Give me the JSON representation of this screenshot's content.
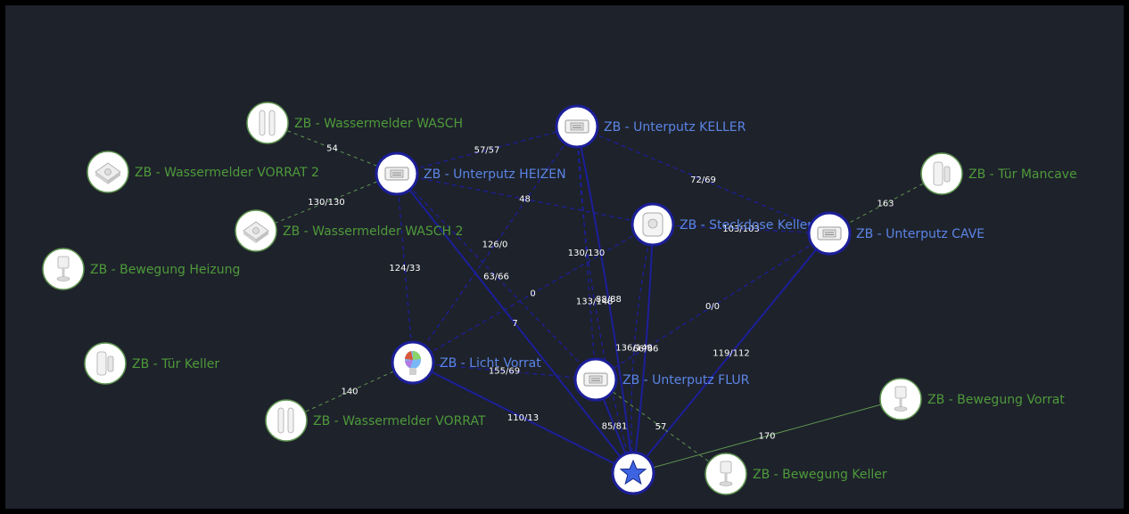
{
  "colors": {
    "background": "#1e222b",
    "router_label": "#5b85e6",
    "enddevice_label": "#4e9a3a",
    "strong_link": "#1c1f99",
    "weak_link": "#5e9450",
    "edge_label": "#ffffff"
  },
  "nodes": [
    {
      "id": "coordinator",
      "label": "",
      "type": "coordinator",
      "icon": "star-icon"
    },
    {
      "id": "keller",
      "label": "ZB - Unterputz KELLER",
      "type": "router",
      "icon": "relay-module-icon"
    },
    {
      "id": "heizen",
      "label": "ZB - Unterputz HEIZEN",
      "type": "router",
      "icon": "relay-module-icon"
    },
    {
      "id": "steckdose",
      "label": "ZB - Steckdose Keller",
      "type": "router",
      "icon": "smart-plug-icon"
    },
    {
      "id": "cave",
      "label": "ZB - Unterputz CAVE",
      "type": "router",
      "icon": "relay-module-icon"
    },
    {
      "id": "licht",
      "label": "ZB - Licht Vorrat",
      "type": "router",
      "icon": "bulb-icon"
    },
    {
      "id": "flur",
      "label": "ZB - Unterputz FLUR",
      "type": "router",
      "icon": "relay-module-icon"
    },
    {
      "id": "wasch",
      "label": "ZB - Wassermelder WASCH",
      "type": "enddevice",
      "icon": "water-sensor-icon"
    },
    {
      "id": "vorrat2",
      "label": "ZB - Wassermelder VORRAT 2",
      "type": "enddevice",
      "icon": "water-sensor-disc-icon"
    },
    {
      "id": "wasch2",
      "label": "ZB - Wassermelder WASCH 2",
      "type": "enddevice",
      "icon": "water-sensor-disc-icon"
    },
    {
      "id": "bewheiz",
      "label": "ZB - Bewegung Heizung",
      "type": "enddevice",
      "icon": "motion-sensor-icon"
    },
    {
      "id": "tuerkeller",
      "label": "ZB - Tür Keller",
      "type": "enddevice",
      "icon": "door-sensor-icon"
    },
    {
      "id": "wvorrat",
      "label": "ZB - Wassermelder VORRAT",
      "type": "enddevice",
      "icon": "water-sensor-icon"
    },
    {
      "id": "tuermancave",
      "label": "ZB - Tür Mancave",
      "type": "enddevice",
      "icon": "door-sensor-icon"
    },
    {
      "id": "bewvorrat",
      "label": "ZB - Bewegung Vorrat",
      "type": "enddevice",
      "icon": "motion-sensor-icon"
    },
    {
      "id": "bewkeller",
      "label": "ZB - Bewegung Keller",
      "type": "enddevice",
      "icon": "motion-sensor-icon"
    }
  ],
  "links": [
    {
      "from": "heizen",
      "to": "keller",
      "label": "57/57",
      "style": "dashed"
    },
    {
      "from": "wasch",
      "to": "heizen",
      "label": "54",
      "style": "weak"
    },
    {
      "from": "heizen",
      "to": "wasch2",
      "label": "130/130",
      "style": "weak"
    },
    {
      "from": "keller",
      "to": "flur",
      "label": "130/130",
      "style": "dashed"
    },
    {
      "from": "keller",
      "to": "cave",
      "label": "72/69",
      "style": "dashed"
    },
    {
      "from": "heizen",
      "to": "steckdose",
      "label": "48",
      "style": "dashed"
    },
    {
      "from": "tuermancave",
      "to": "cave",
      "label": "163",
      "style": "weak"
    },
    {
      "from": "steckdose",
      "to": "cave",
      "label": "103/103",
      "style": "dashed"
    },
    {
      "from": "keller",
      "to": "licht",
      "label": "126/0",
      "style": "dashed"
    },
    {
      "from": "keller",
      "to": "coordinator",
      "label": "88/88",
      "style": "solid"
    },
    {
      "from": "heizen",
      "to": "licht",
      "label": "124/33",
      "style": "dashed"
    },
    {
      "from": "heizen",
      "to": "flur",
      "label": "63/66",
      "style": "dashed"
    },
    {
      "from": "licht",
      "to": "steckdose",
      "label": "0",
      "style": "dashed"
    },
    {
      "from": "keller",
      "to": "coordinator",
      "label": "133/148",
      "style": "dashed"
    },
    {
      "from": "steckdose",
      "to": "coordinator",
      "label": "66/66",
      "style": "solid"
    },
    {
      "from": "heizen",
      "to": "coordinator",
      "label": "7",
      "style": "solid"
    },
    {
      "from": "cave",
      "to": "flur",
      "label": "0/0",
      "style": "dashed"
    },
    {
      "from": "steckdose",
      "to": "coordinator",
      "label": "136/149",
      "style": "dashed"
    },
    {
      "from": "cave",
      "to": "coordinator",
      "label": "119/112",
      "style": "solid"
    },
    {
      "from": "licht",
      "to": "flur",
      "label": "155/69",
      "style": "dashed"
    },
    {
      "from": "licht",
      "to": "wvorrat",
      "label": "140",
      "style": "weak"
    },
    {
      "from": "licht",
      "to": "coordinator",
      "label": "110/13",
      "style": "solid"
    },
    {
      "from": "flur",
      "to": "coordinator",
      "label": "85/81",
      "style": "solid"
    },
    {
      "from": "flur",
      "to": "bewkeller",
      "label": "57",
      "style": "weak"
    },
    {
      "from": "coordinator",
      "to": "bewvorrat",
      "label": "170",
      "style": "weakSolid"
    }
  ]
}
